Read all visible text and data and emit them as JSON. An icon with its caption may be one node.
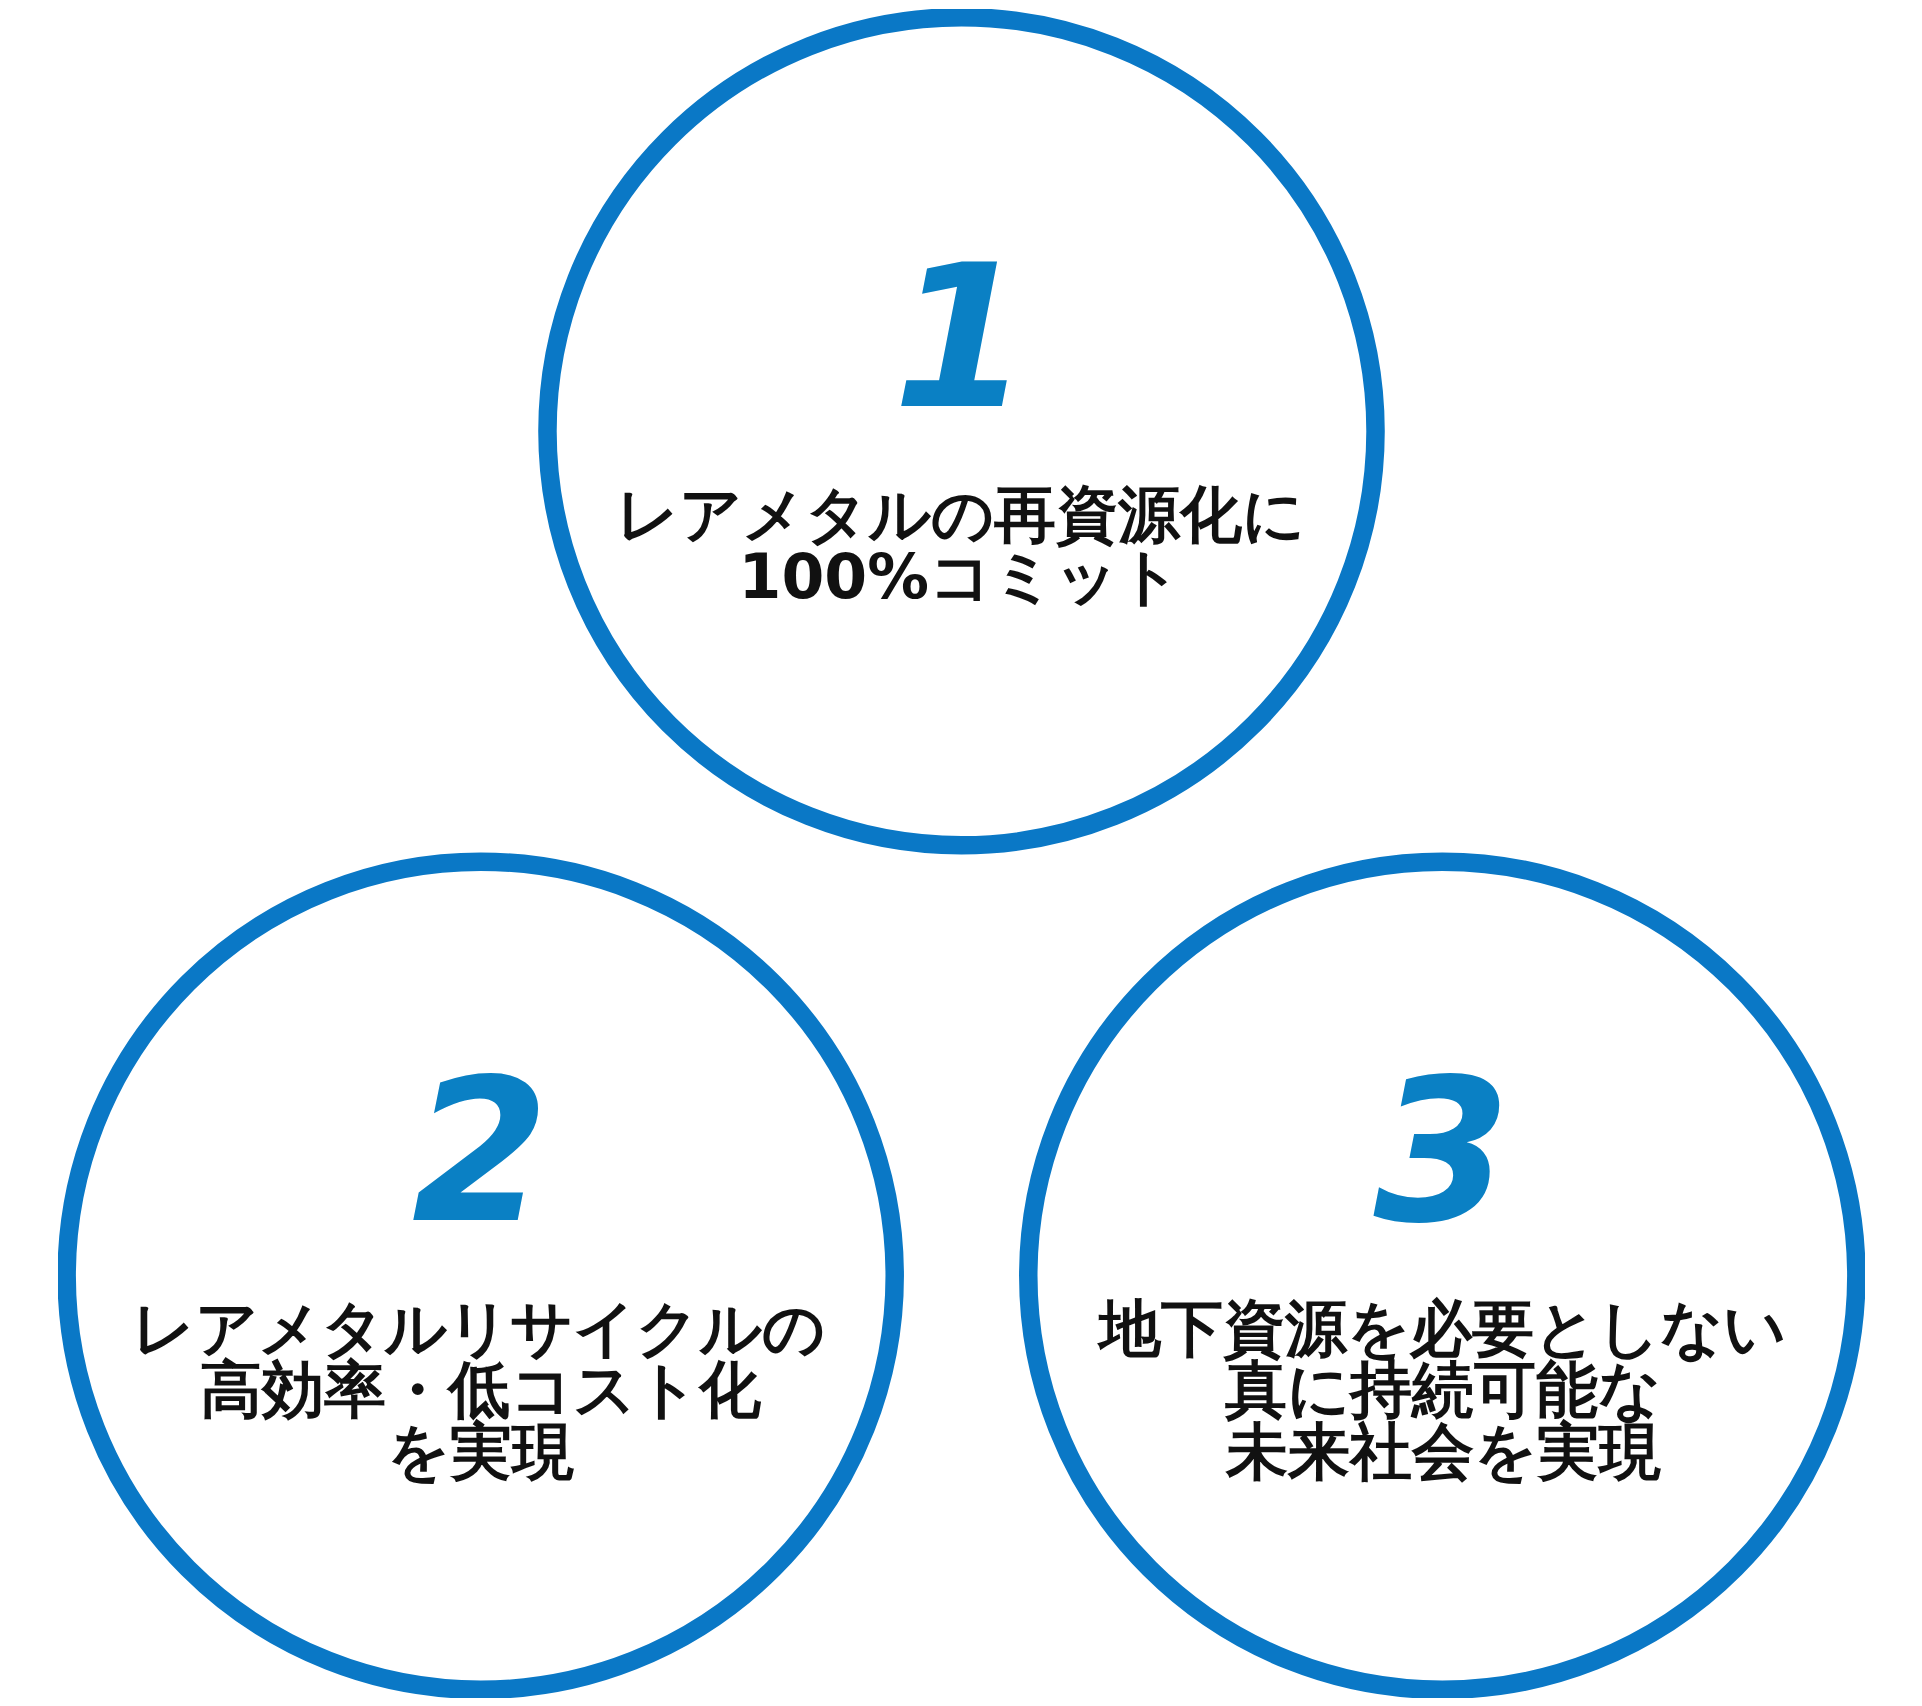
{
  "diagram": {
    "nodes": [
      {
        "text": [
          "1",
          "レアメタルの再資源化に100%コミット"
        ]
      },
      {
        "text": [
          "2",
          "レアメタルリサイクルの高効率・低コスト化を実現"
        ]
      },
      {
        "text": [
          "3",
          "地下資源を必要としない真に持続可能な未来社会を実現"
        ]
      }
    ]
  }
}
